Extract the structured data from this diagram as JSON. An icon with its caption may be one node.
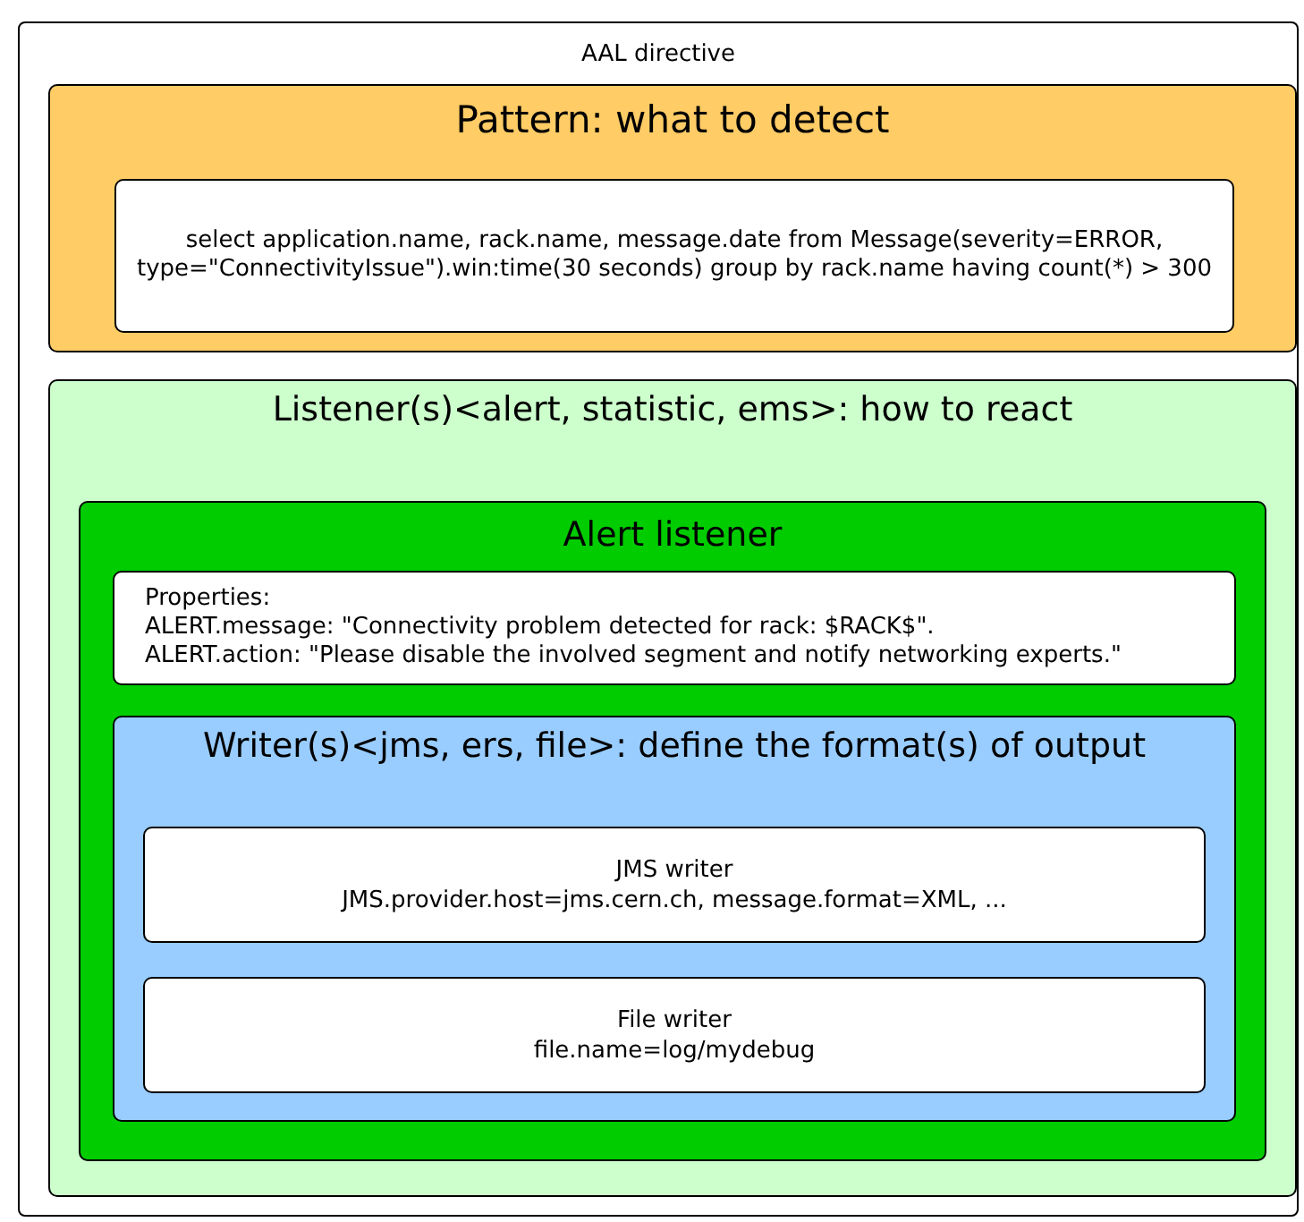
{
  "diagram": {
    "nodes": [
      {
        "text": [
          "AAL directive"
        ]
      },
      {
        "text": [
          "Pattern: what to detect"
        ],
        "in": 0
      },
      {
        "text": [
          "select application.name, rack.name, message.date from Message(severity=ERROR, type=\"ConnectivityIssue\").win:time(30 seconds) group by rack.name having count(*) > 300"
        ],
        "in": 1
      },
      {
        "text": [
          "Listener(s)<alert, statistic, ems>: how to react"
        ],
        "in": 0
      },
      {
        "text": [
          "Alert listener"
        ],
        "in": 3
      },
      {
        "text": [
          "Properties:",
          "ALERT.message: \"Connectivity problem detected for rack: $RACK$\".",
          "ALERT.action: \"Please disable the involved segment and notify networking experts.\""
        ],
        "in": 4
      },
      {
        "text": [
          "Writer(s)<jms, ers, file>: define the format(s) of output"
        ],
        "in": 4
      },
      {
        "text": [
          "JMS writer",
          "JMS.provider.host=jms.cern.ch, message.format=XML, ..."
        ],
        "in": 6
      },
      {
        "text": [
          "File writer",
          "file.name=log/mydebug"
        ],
        "in": 6
      }
    ]
  }
}
